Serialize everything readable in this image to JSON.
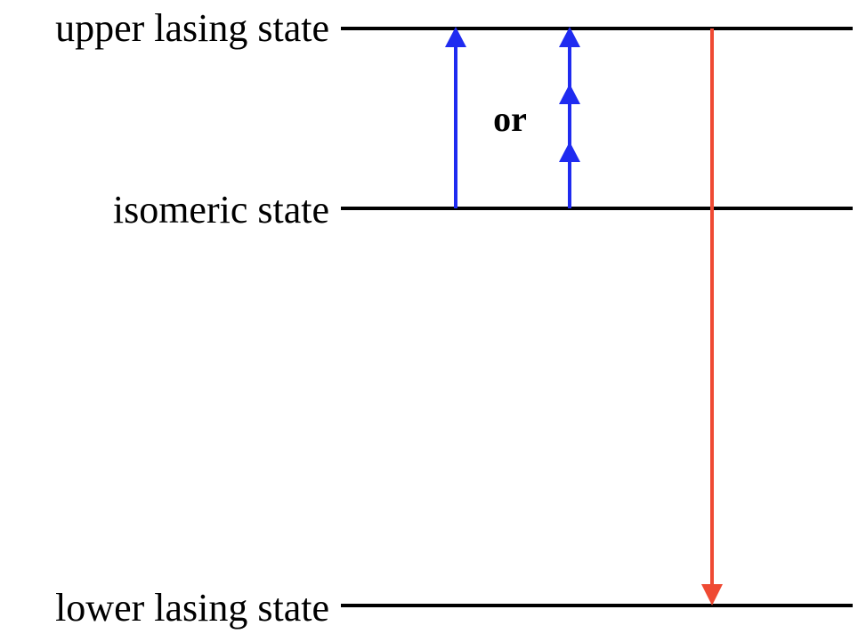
{
  "levels": {
    "upper": "upper lasing state",
    "isomeric": "isomeric state",
    "lower": "lower lasing state"
  },
  "connector": "or",
  "colors": {
    "level_line": "#000000",
    "excitation_arrow": "#1f2bf0",
    "emission_arrow": "#ef4a33"
  }
}
